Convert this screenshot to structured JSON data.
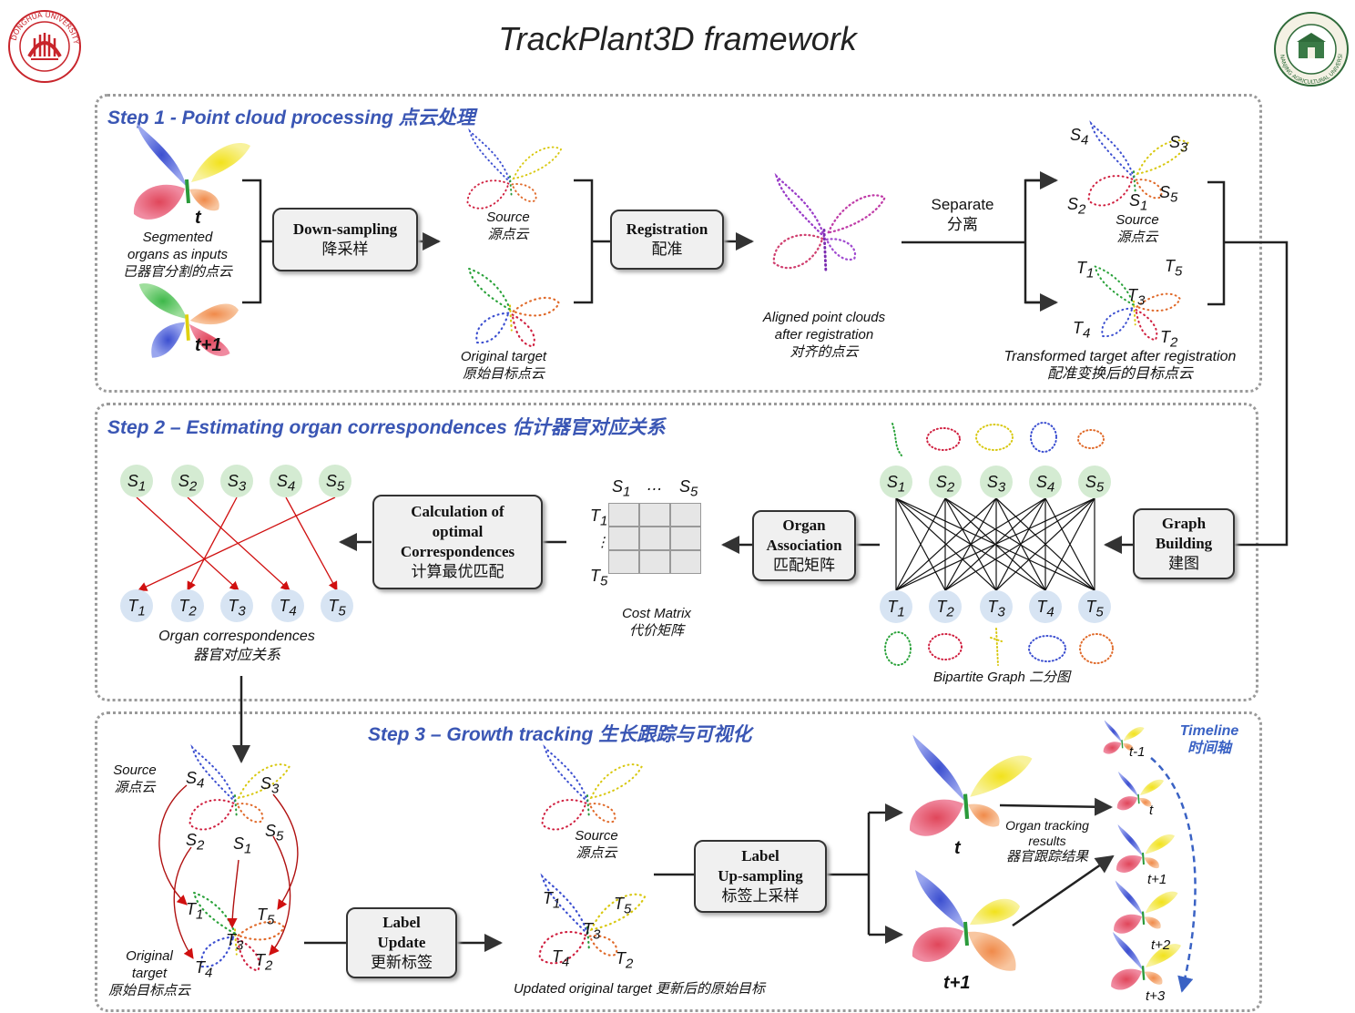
{
  "title": "TrackPlant3D framework",
  "colors": {
    "step_title": "#3a56b4",
    "arrow_red": "#d01010",
    "timeline_blue": "#3a62c4",
    "logo_red": "#c8242b",
    "logo_green": "#2f6b3a"
  },
  "logos": {
    "left": "DONGHUA UNIVERSITY 1951",
    "right": "NANJING AGRICULTURAL UNIVERSITY 1902"
  },
  "step1": {
    "title": "Step 1 - Point cloud processing 点云处理",
    "t_label": "t",
    "t1_label": "t+1",
    "input_label": [
      "Segmented",
      "organs as inputs",
      "已器官分割的点云"
    ],
    "downsampling": [
      "Down-sampling",
      "降采样"
    ],
    "source": [
      "Source",
      "源点云"
    ],
    "original_target": [
      "Original target",
      "原始目标点云"
    ],
    "registration": [
      "Registration",
      "配准"
    ],
    "aligned": [
      "Aligned point clouds",
      "after registration",
      "对齐的点云"
    ],
    "separate": [
      "Separate",
      "分离"
    ],
    "source2": [
      "Source",
      "源点云"
    ],
    "transformed": [
      "Transformed target after registration",
      "配准变换后的目标点云"
    ],
    "s_labels": [
      "S4",
      "S3",
      "S2",
      "S1",
      "S5"
    ],
    "t_labels": [
      "T1",
      "T5",
      "T3",
      "T4",
      "T2"
    ]
  },
  "step2": {
    "title": "Step 2 – Estimating organ correspondences 估计器官对应关系",
    "graph_building": [
      "Graph",
      "Building",
      "建图"
    ],
    "organ_association": [
      "Organ",
      "Association",
      "匹配矩阵"
    ],
    "calc": [
      "Calculation of",
      "optimal",
      "Correspondences",
      "计算最优匹配"
    ],
    "cost_matrix": [
      "Cost Matrix",
      "代价矩阵"
    ],
    "matrix_cols": [
      "S1",
      "…",
      "S5"
    ],
    "matrix_rows": [
      "T1",
      "⋮",
      "T5"
    ],
    "bipartite": "Bipartite Graph 二分图",
    "organ_corr": [
      "Organ correspondences",
      "器官对应关系"
    ],
    "s_nodes": [
      "S1",
      "S2",
      "S3",
      "S4",
      "S5"
    ],
    "t_nodes": [
      "T1",
      "T2",
      "T3",
      "T4",
      "T5"
    ]
  },
  "step3": {
    "title": "Step 3 – Growth tracking 生长跟踪与可视化",
    "source": [
      "Source",
      "源点云"
    ],
    "original_target": [
      "Original",
      "target",
      "原始目标点云"
    ],
    "label_update": [
      "Label",
      "Update",
      "更新标签"
    ],
    "source2": [
      "Source",
      "源点云"
    ],
    "updated": "Updated original target 更新后的原始目标",
    "label_upsampling": [
      "Label",
      "Up-sampling",
      "标签上采样"
    ],
    "t_label": "t",
    "t1_label": "t+1",
    "tracking": [
      "Organ tracking",
      "results",
      "器官跟踪结果"
    ],
    "timeline": [
      "Timeline",
      "时间轴"
    ],
    "timeline_labels": [
      "t-1",
      "t",
      "t+1",
      "t+2",
      "t+3"
    ],
    "s_labels": [
      "S4",
      "S3",
      "S2",
      "S1",
      "S5"
    ],
    "t_labels": [
      "T1",
      "T5",
      "T3",
      "T4",
      "T2"
    ],
    "upd_labels": [
      "T1",
      "T5",
      "T3",
      "T4",
      "T2"
    ]
  }
}
